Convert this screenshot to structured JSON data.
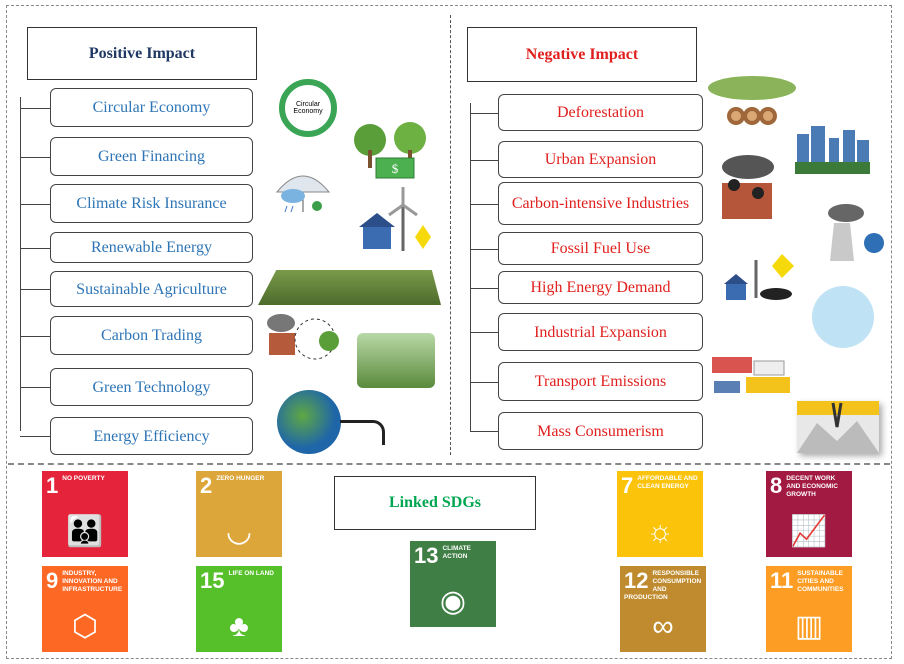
{
  "positive": {
    "title": "Positive Impact",
    "items": [
      "Circular Economy",
      "Green Financing",
      "Climate Risk Insurance",
      "Renewable Energy",
      "Sustainable Agriculture",
      "Carbon Trading",
      "Green Technology",
      "Energy Efficiency"
    ],
    "circular_logo_text": "Circular Economy"
  },
  "negative": {
    "title": "Negative Impact",
    "items": [
      "Deforestation",
      "Urban Expansion",
      "Carbon-intensive Industries",
      "Fossil Fuel Use",
      "High Energy Demand",
      "Industrial Expansion",
      "Transport Emissions",
      "Mass Consumerism"
    ]
  },
  "sdgs": {
    "title": "Linked SDGs",
    "tiles": [
      {
        "num": "1",
        "label": "No Poverty",
        "color": "#e5243b"
      },
      {
        "num": "2",
        "label": "Zero Hunger",
        "color": "#dda63a"
      },
      {
        "num": "9",
        "label": "Industry, Innovation and Infrastructure",
        "color": "#fd6925"
      },
      {
        "num": "15",
        "label": "Life on Land",
        "color": "#56c02b"
      },
      {
        "num": "13",
        "label": "Climate Action",
        "color": "#3f7e44"
      },
      {
        "num": "7",
        "label": "Affordable and Clean Energy",
        "color": "#fcc30b"
      },
      {
        "num": "8",
        "label": "Decent Work and Economic Growth",
        "color": "#a21942"
      },
      {
        "num": "12",
        "label": "Responsible Consumption and Production",
        "color": "#bf8b2e"
      },
      {
        "num": "11",
        "label": "Sustainable Cities and Communities",
        "color": "#fd9d24"
      }
    ]
  },
  "colors": {
    "positive": "#2e75b6",
    "negative": "#e0201e",
    "sdg_title": "#00a651",
    "pos_title": "#1f3864"
  }
}
